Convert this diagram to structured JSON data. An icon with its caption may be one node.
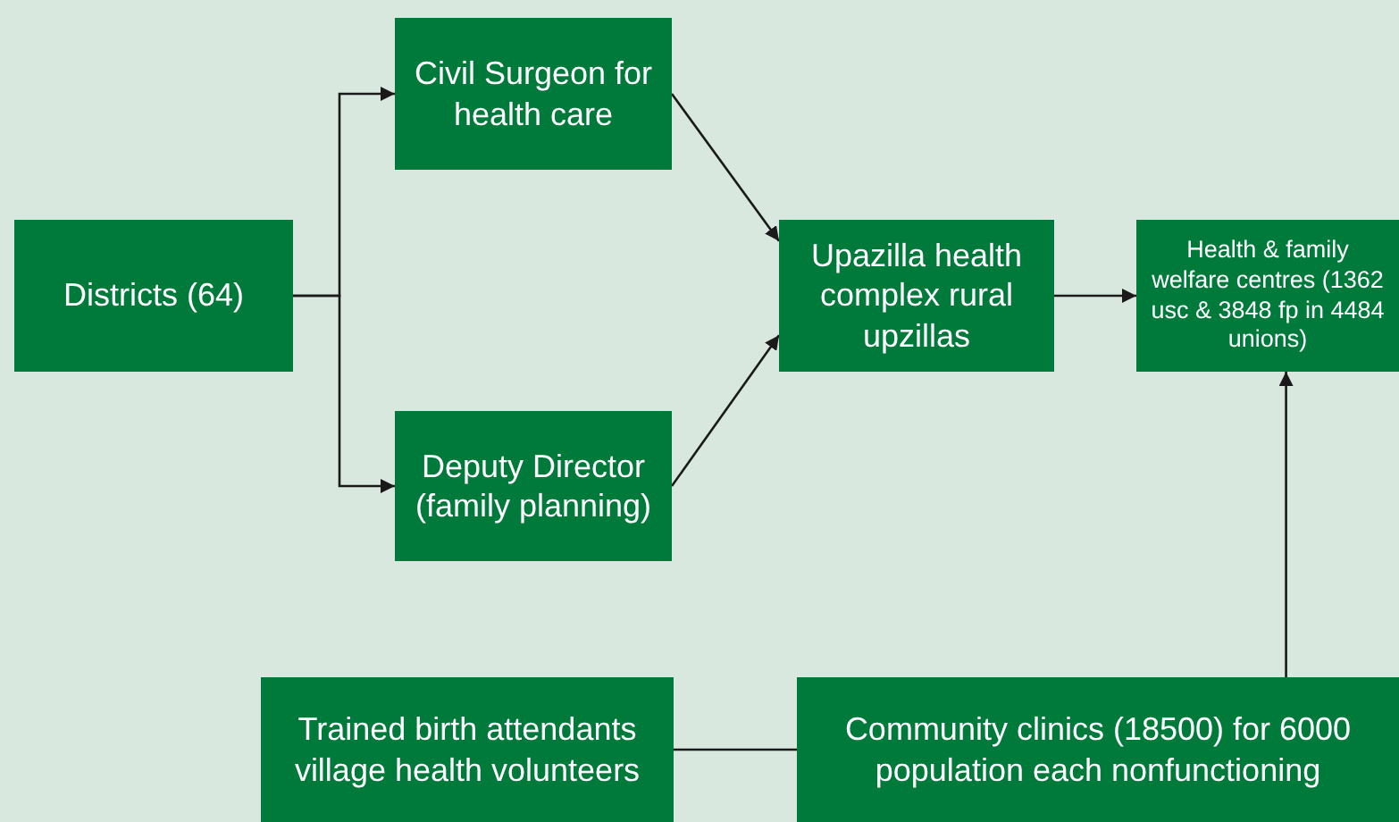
{
  "diagram": {
    "nodes": [
      {
        "text": [
          "Districts (64)"
        ]
      },
      {
        "text": [
          "Civil Surgeon for health care"
        ]
      },
      {
        "text": [
          "Deputy Director (family planning)"
        ]
      },
      {
        "text": [
          "Upazilla health complex rural upzillas"
        ]
      },
      {
        "text": [
          "Health & family welfare centres (1362 usc & 3848 fp in 4484 unions)"
        ]
      },
      {
        "text": [
          "Trained birth attendants village health volunteers"
        ]
      },
      {
        "text": [
          "Community clinics (18500) for 6000 population each nonfunctioning"
        ]
      }
    ],
    "edges": [
      {
        "from": 0,
        "to": 1,
        "arrow": "to"
      },
      {
        "from": 0,
        "to": 2,
        "arrow": "to"
      },
      {
        "from": 1,
        "to": 3,
        "arrow": "to"
      },
      {
        "from": 2,
        "to": 3,
        "arrow": "to"
      },
      {
        "from": 3,
        "to": 4,
        "arrow": "to"
      },
      {
        "from": 6,
        "to": 4,
        "arrow": "to"
      },
      {
        "from": 5,
        "to": 6,
        "arrow": "none"
      }
    ]
  }
}
